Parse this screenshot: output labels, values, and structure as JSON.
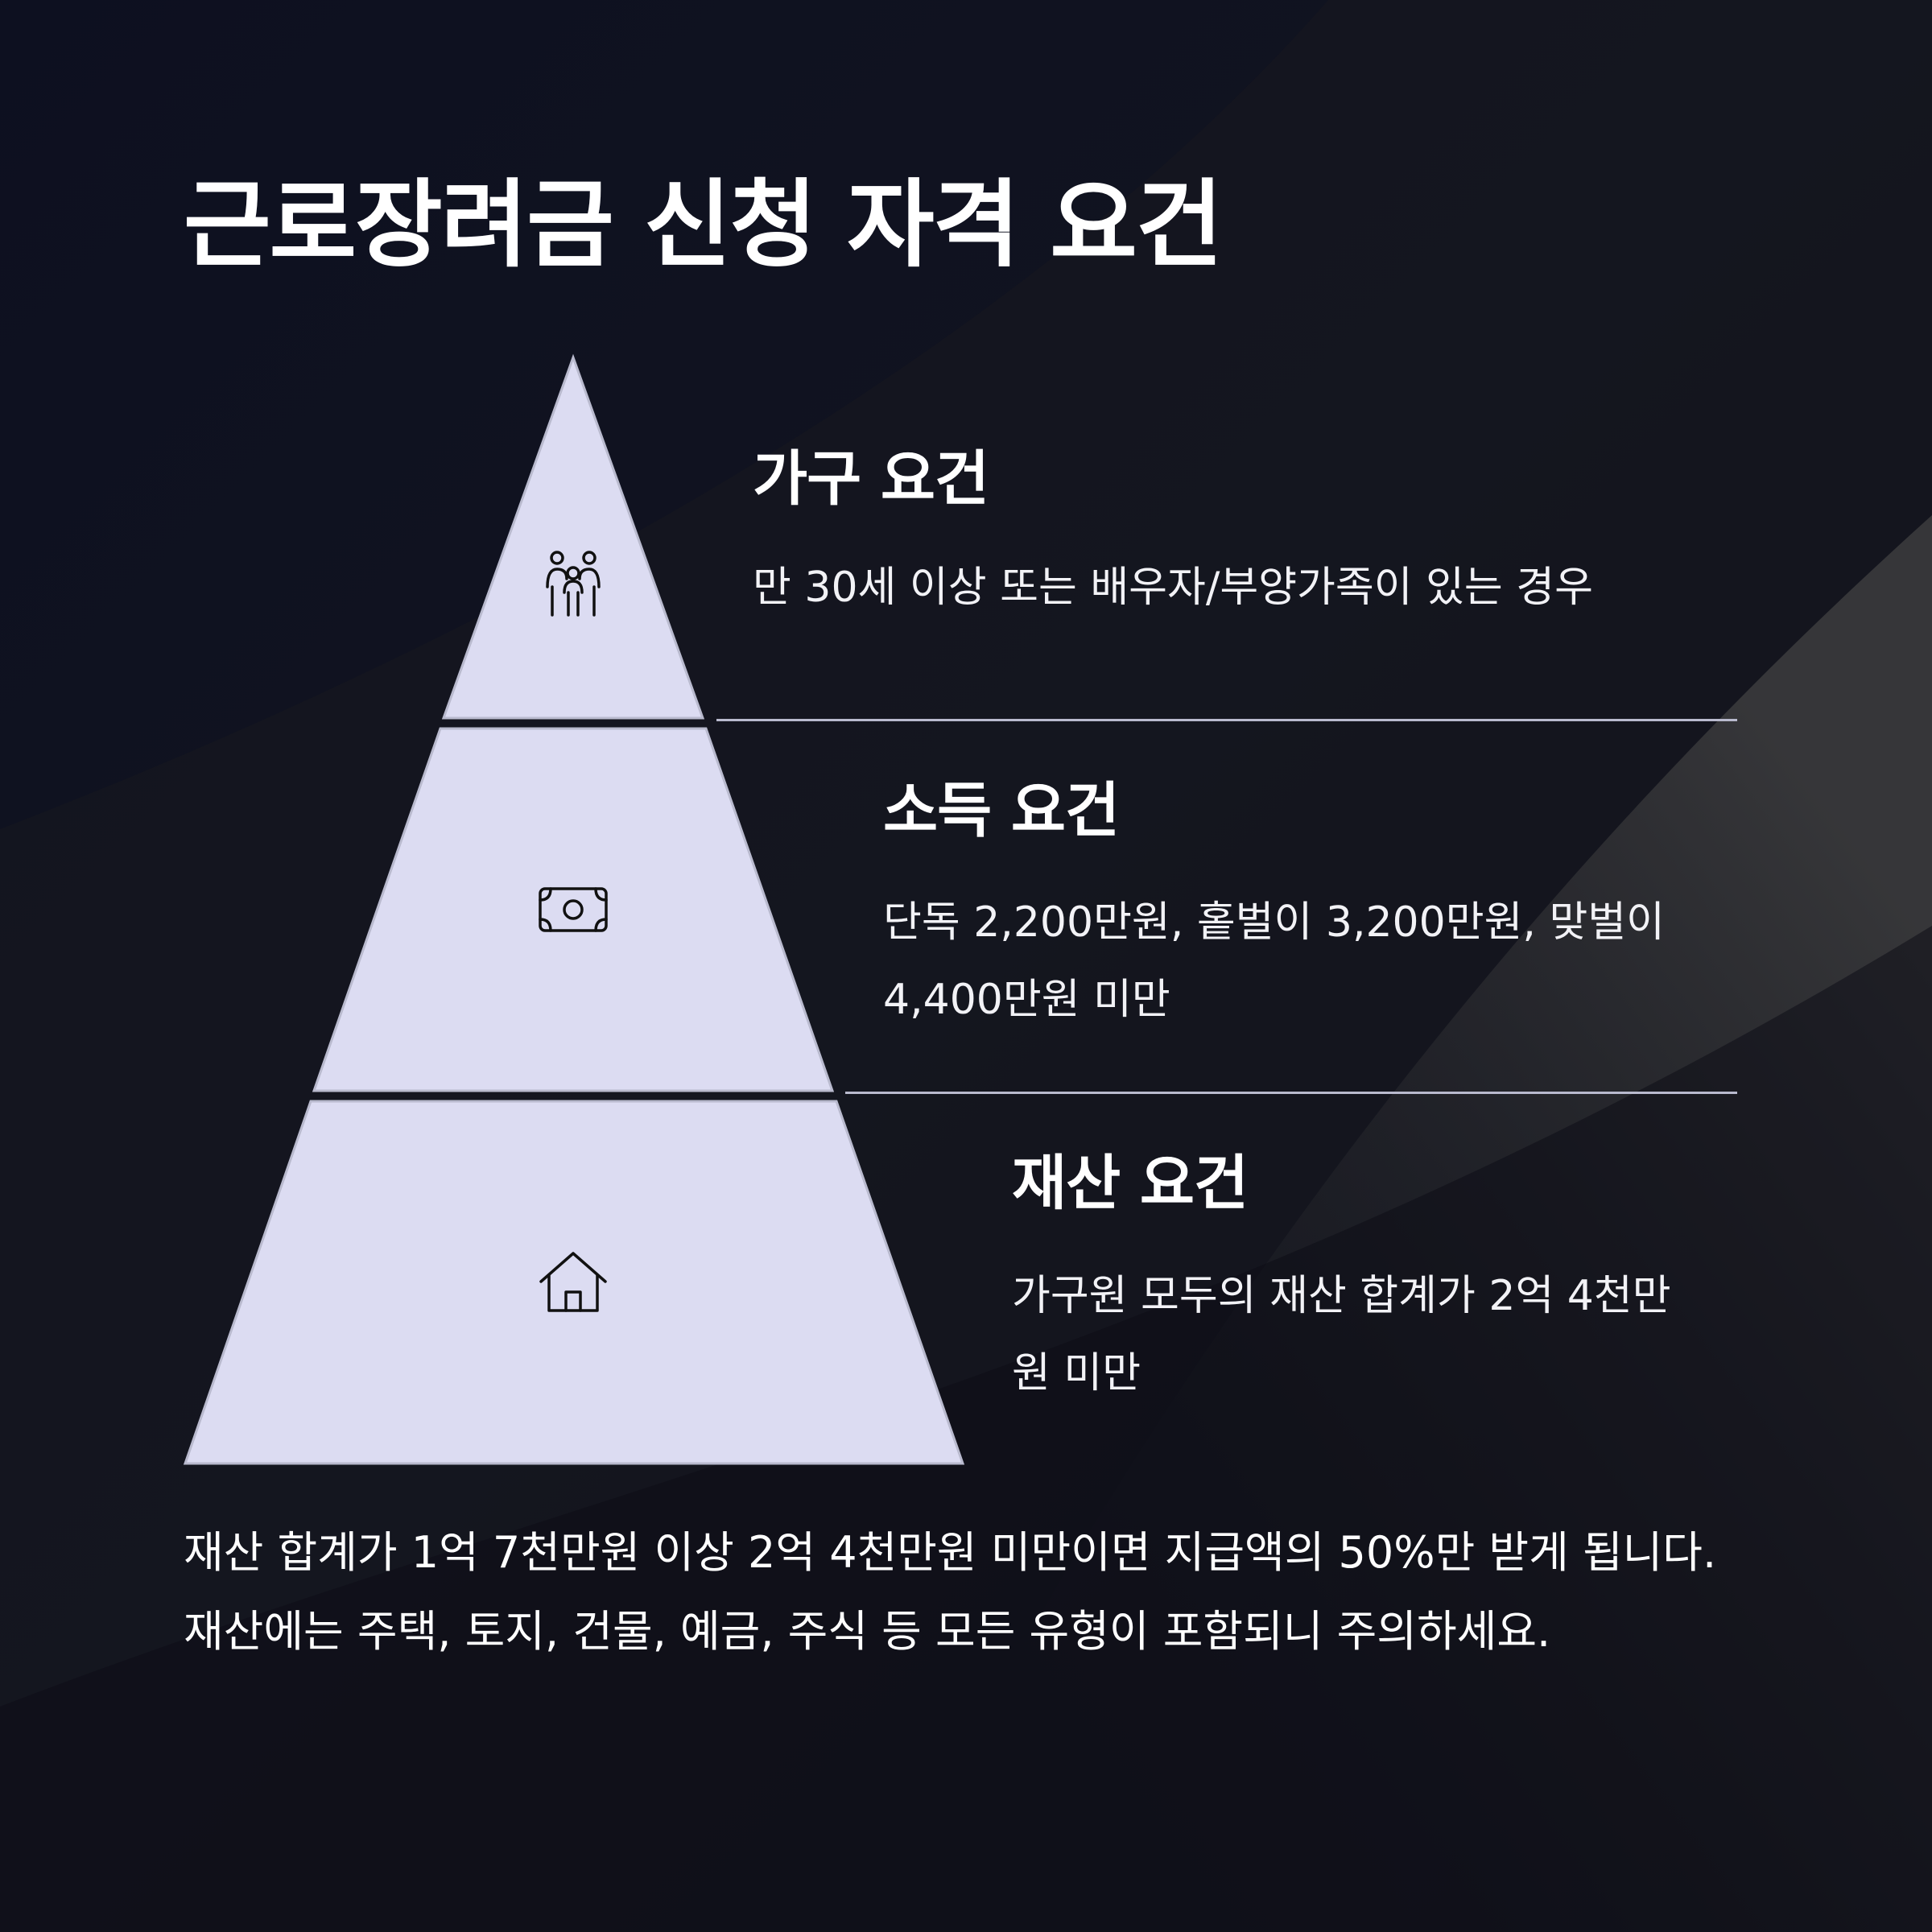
{
  "title": "근로장려금 신청 자격 요건",
  "colors": {
    "background": "#0b0d18",
    "tier_fill": "#dcdcf2",
    "tier_stroke": "#b9bace",
    "icon_stroke": "#111111",
    "text": "#ffffff"
  },
  "tiers": [
    {
      "icon": "family-icon",
      "title": "가구 요건",
      "description": "만 30세 이상 또는 배우자/부양가족이 있는 경우"
    },
    {
      "icon": "money-bill-icon",
      "title": "소득 요건",
      "description": "단독 2,200만원, 홑벌이 3,200만원, 맞벌이 4,400만원 미만"
    },
    {
      "icon": "house-icon",
      "title": "재산 요건",
      "description": "가구원 모두의 재산 합계가 2억 4천만원 미만"
    }
  ],
  "footer_note": "재산 합계가 1억 7천만원 이상 2억 4천만원 미만이면 지급액의 50%만 받게 됩니다. 재산에는 주택, 토지, 건물, 예금, 주식 등 모든 유형이 포함되니 주의하세요."
}
